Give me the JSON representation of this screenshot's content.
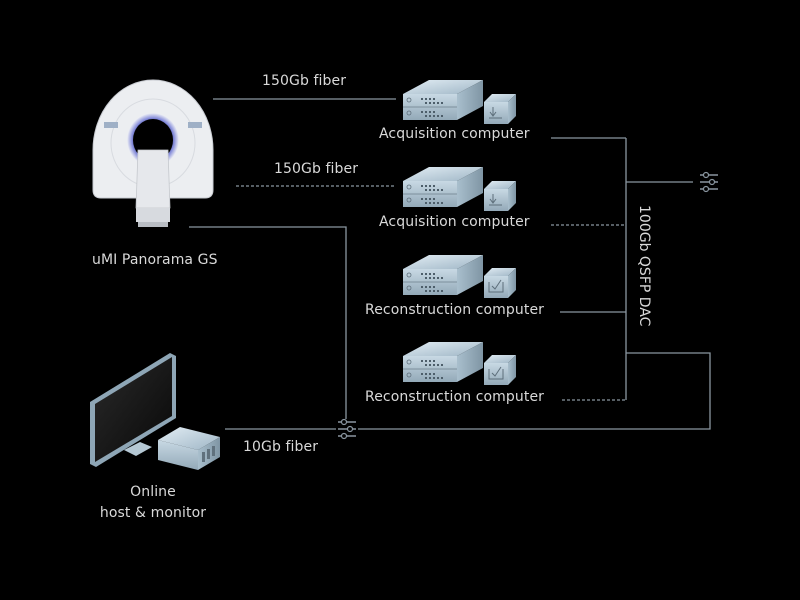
{
  "diagram": {
    "nodes": {
      "scanner": {
        "label": "uMI Panorama GS",
        "icon": "ct-scanner-icon"
      },
      "acq1": {
        "label": "Acquisition computer",
        "icon": "server-icon",
        "badge_icon": "download-box-icon"
      },
      "acq2": {
        "label": "Acquisition computer",
        "icon": "server-icon",
        "badge_icon": "download-box-icon"
      },
      "rec1": {
        "label": "Reconstruction computer",
        "icon": "server-icon",
        "badge_icon": "reconstruct-box-icon"
      },
      "rec2": {
        "label": "Reconstruction computer",
        "icon": "server-icon",
        "badge_icon": "reconstruct-box-icon"
      },
      "host": {
        "label_line1": "Online",
        "label_line2": "host & monitor",
        "icon": "monitor-icon"
      },
      "switch_top": {
        "icon": "network-switch-icon"
      },
      "switch_bottom": {
        "icon": "network-switch-icon"
      }
    },
    "links": {
      "scanner_acq1": {
        "label": "150Gb fiber",
        "style": "solid"
      },
      "scanner_acq2": {
        "label": "150Gb fiber",
        "style": "dashed"
      },
      "host_switch": {
        "label": "10Gb fiber",
        "style": "solid"
      },
      "bus": {
        "label": "100Gb QSFP DAC",
        "style": "solid"
      }
    },
    "colors": {
      "background": "#000000",
      "line": "#8a96a0",
      "text": "#d9d9d9",
      "device_body": "#b9ccd9"
    }
  }
}
